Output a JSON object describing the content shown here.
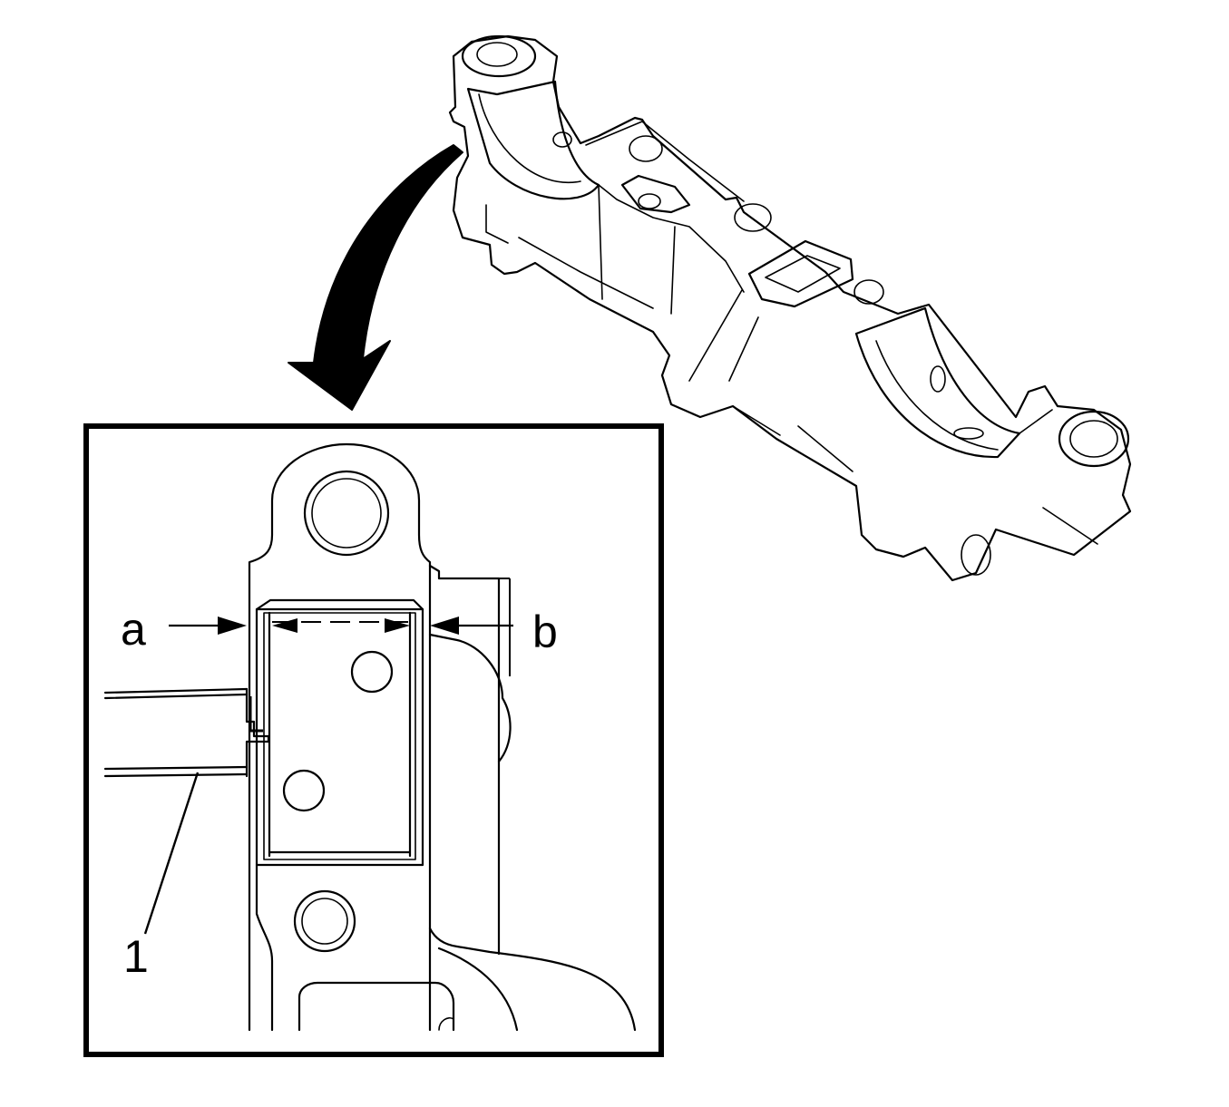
{
  "labels": {
    "a": "a",
    "b": "b",
    "callout_1": "1"
  },
  "colors": {
    "ink": "#000000",
    "paper": "#ffffff"
  }
}
